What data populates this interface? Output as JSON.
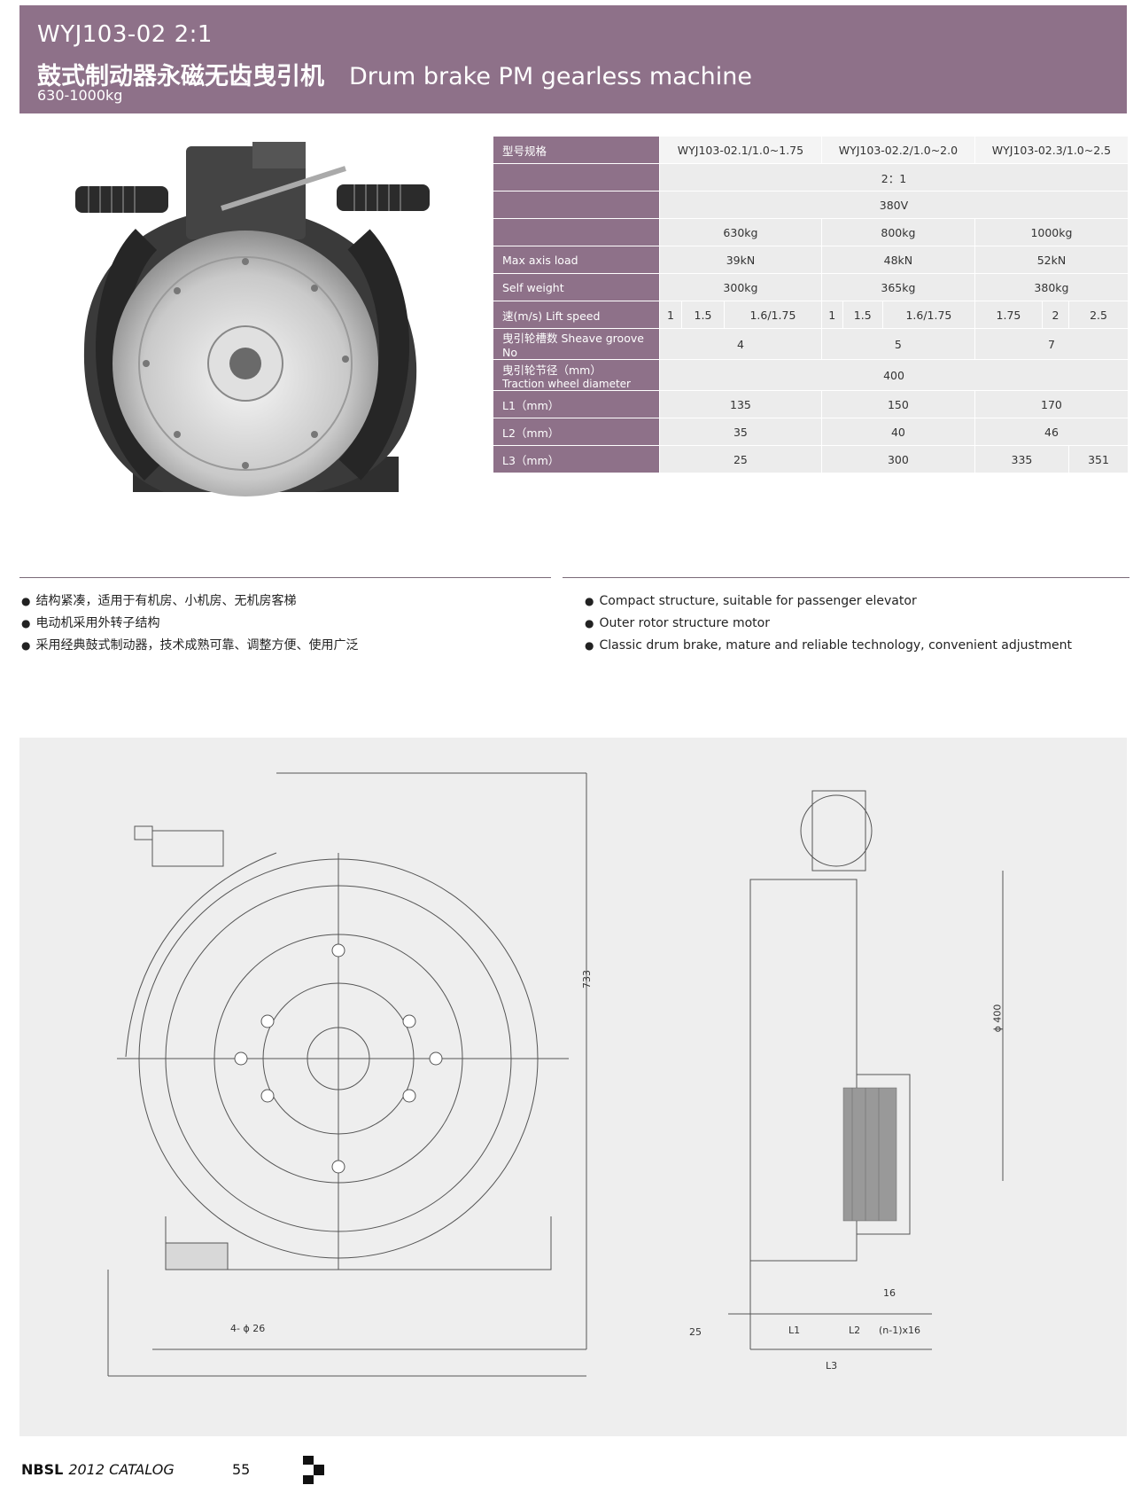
{
  "header": {
    "model": "WYJ103-02  2:1",
    "title_cn": "鼓式制动器永磁无齿曳引机",
    "title_en": "Drum brake PM gearless machine",
    "capacity": "630-1000kg"
  },
  "spec_table": {
    "models": [
      "WYJ103-02.1/1.0~1.75",
      "WYJ103-02.2/1.0~2.0",
      "WYJ103-02.3/1.0~2.5"
    ],
    "rows": {
      "model_label": "型号规格",
      "ratio": "2：1",
      "voltage": "380V",
      "loads": [
        "630kg",
        "800kg",
        "1000kg"
      ],
      "axis_label": "Max axis load",
      "axis_values": [
        "39kN",
        "48kN",
        "52kN"
      ],
      "weight_label": "Self weight",
      "weight_values": [
        "300kg",
        "365kg",
        "380kg"
      ],
      "speed_label": "速(m/s) Lift speed",
      "speeds": [
        "1",
        "1.5",
        "1.6/1.75",
        "1",
        "1.5",
        "1.6/1.75",
        "1.75",
        "2",
        "2.5"
      ],
      "groove_label": "曳引轮槽数 Sheave groove No",
      "grooves": [
        "4",
        "5",
        "7"
      ],
      "diameter_label_cn": "曳引轮节径（mm）",
      "diameter_label_en": "Traction wheel diameter",
      "diameter": "400",
      "l1_label": "L1（mm）",
      "l1": [
        "135",
        "150",
        "170"
      ],
      "l2_label": "L2（mm）",
      "l2": [
        "35",
        "40",
        "46"
      ],
      "l3_label": "L3（mm）",
      "l3": [
        "25",
        "300",
        "335",
        "351"
      ]
    }
  },
  "features_cn": [
    "结构紧凑，适用于有机房、小机房、无机房客梯",
    "电动机采用外转子结构",
    "采用经典鼓式制动器，技术成熟可靠、调整方便、使用广泛"
  ],
  "features_en": [
    "Compact structure, suitable for passenger elevator",
    "Outer rotor structure motor",
    "Classic drum brake, mature and reliable technology, convenient adjustment"
  ],
  "drawing_dims": {
    "height": "733",
    "holes": "4- ϕ 26",
    "diameter": "ϕ 400",
    "groove_pitch": "16",
    "offset": "25",
    "l1": "L1",
    "l2": "L2",
    "n1": "(n-1)x16",
    "l3": "L3"
  },
  "footer": {
    "brand": "NBSL",
    "catalog": "2012 CATALOG",
    "page": "55"
  },
  "colors": {
    "accent": "#8e7189",
    "cell": "#ececec",
    "drawing_bg": "#eeeeee"
  }
}
